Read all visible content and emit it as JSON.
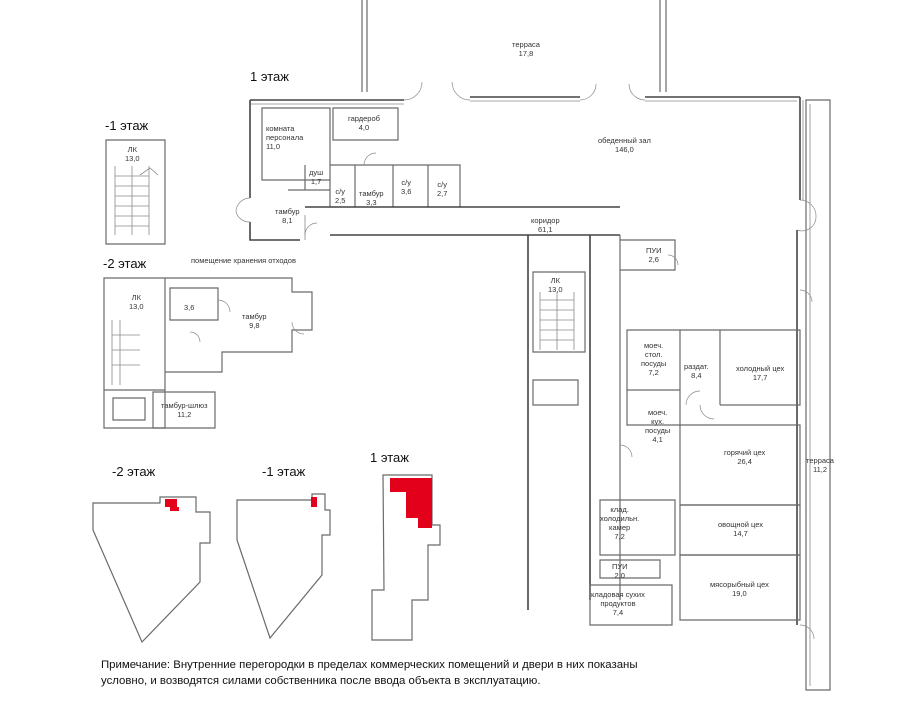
{
  "floor_headings": {
    "floor1": "1 этаж",
    "floor_minus1": "-1 этаж",
    "floor_minus2": "-2 этаж"
  },
  "key_plan_headings": {
    "minus2": "-2 этаж",
    "minus1": "-1 этаж",
    "floor1": "1 этаж"
  },
  "rooms": {
    "terrace_top": {
      "name": "терраса",
      "area": "17,8"
    },
    "garderob": {
      "name": "гардероб",
      "area": "4,0"
    },
    "staff_room": {
      "name": "комната\nперсонала",
      "area": "11,0"
    },
    "dining_hall": {
      "name": "обеденный зал",
      "area": "146,0"
    },
    "shower": {
      "name": "душ",
      "area": "1,7"
    },
    "wc1": {
      "name": "с/у",
      "area": "2,5"
    },
    "tambur_small": {
      "name": "тамбур",
      "area": "3,3"
    },
    "wc2": {
      "name": "с/у",
      "area": "3,6"
    },
    "wc3": {
      "name": "с/у",
      "area": "2,7"
    },
    "tambur_left": {
      "name": "тамбур",
      "area": "8,1"
    },
    "corridor": {
      "name": "коридор",
      "area": "61,1"
    },
    "pui_top": {
      "name": "ПУИ",
      "area": "2,6"
    },
    "lk_floor1": {
      "name": "ЛК",
      "area": "13,0"
    },
    "wash_table": {
      "name": "моеч.\nстол.\nпосуды",
      "area": "7,2"
    },
    "serving": {
      "name": "раздат.",
      "area": "8,4"
    },
    "cold_shop": {
      "name": "холодный цех",
      "area": "17,7"
    },
    "wash_kitchen": {
      "name": "моеч.\nкух.\nпосуды",
      "area": "4,1"
    },
    "hot_shop": {
      "name": "горячий цех",
      "area": "26,4"
    },
    "terrace_right": {
      "name": "терраса",
      "area": "11,2"
    },
    "cold_store": {
      "name": "клад.\nхолодильн.\nкамер",
      "area": "7,2"
    },
    "veg_shop": {
      "name": "овощной цех",
      "area": "14,7"
    },
    "pui_bottom": {
      "name": "ПУИ",
      "area": "2,0"
    },
    "dry_store": {
      "name": "кладовая сухих\nпродуктов",
      "area": "7,4"
    },
    "meat_fish_shop": {
      "name": "мясорыбный цех",
      "area": "19,0"
    },
    "lk_minus1": {
      "name": "ЛК",
      "area": "13,0"
    },
    "waste_room": {
      "name": "помещение хранения отходов",
      "area": "3,6"
    },
    "lk_minus2": {
      "name": "ЛК",
      "area": "13,0"
    },
    "tambur_minus2": {
      "name": "тамбур",
      "area": "9,8"
    },
    "airlock_minus2": {
      "name": "тамбур-шлюз",
      "area": "11,2"
    }
  },
  "note": {
    "line1": "Примечание: Внутренние перегородки в пределах коммерческих помещений  и двери в них показаны",
    "line2": "условно, и возводятся силами собственника после ввода объекта в эксплуатацию."
  },
  "colors": {
    "highlight": "#e3001b",
    "wall": "#6a6a6a",
    "background": "#ffffff"
  }
}
